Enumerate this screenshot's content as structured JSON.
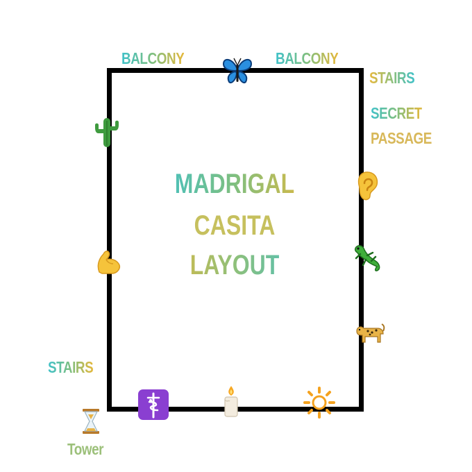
{
  "labels": {
    "balcony_left": "BALCONY",
    "balcony_right": "BALCONY",
    "stairs_top": "STAIRS",
    "secret_passage_line1": "SECRET",
    "secret_passage_line2": "PASSAGE",
    "stairs_bottom": "STAIRS",
    "tower": "Tower"
  },
  "title": {
    "line1": "MADRIGAL",
    "line2": "CASITA",
    "line3": "LAYOUT"
  },
  "icons": [
    "butterfly-icon",
    "cactus-icon",
    "flexed-biceps-icon",
    "ear-icon",
    "lizard-icon",
    "leopard-icon",
    "medical-symbol-icon",
    "candle-icon",
    "sun-icon",
    "hourglass-icon"
  ],
  "colors": {
    "teal": "#3fc1c9",
    "green": "#7fbf7f",
    "gold": "#e6b83b",
    "frame": "#000000"
  }
}
